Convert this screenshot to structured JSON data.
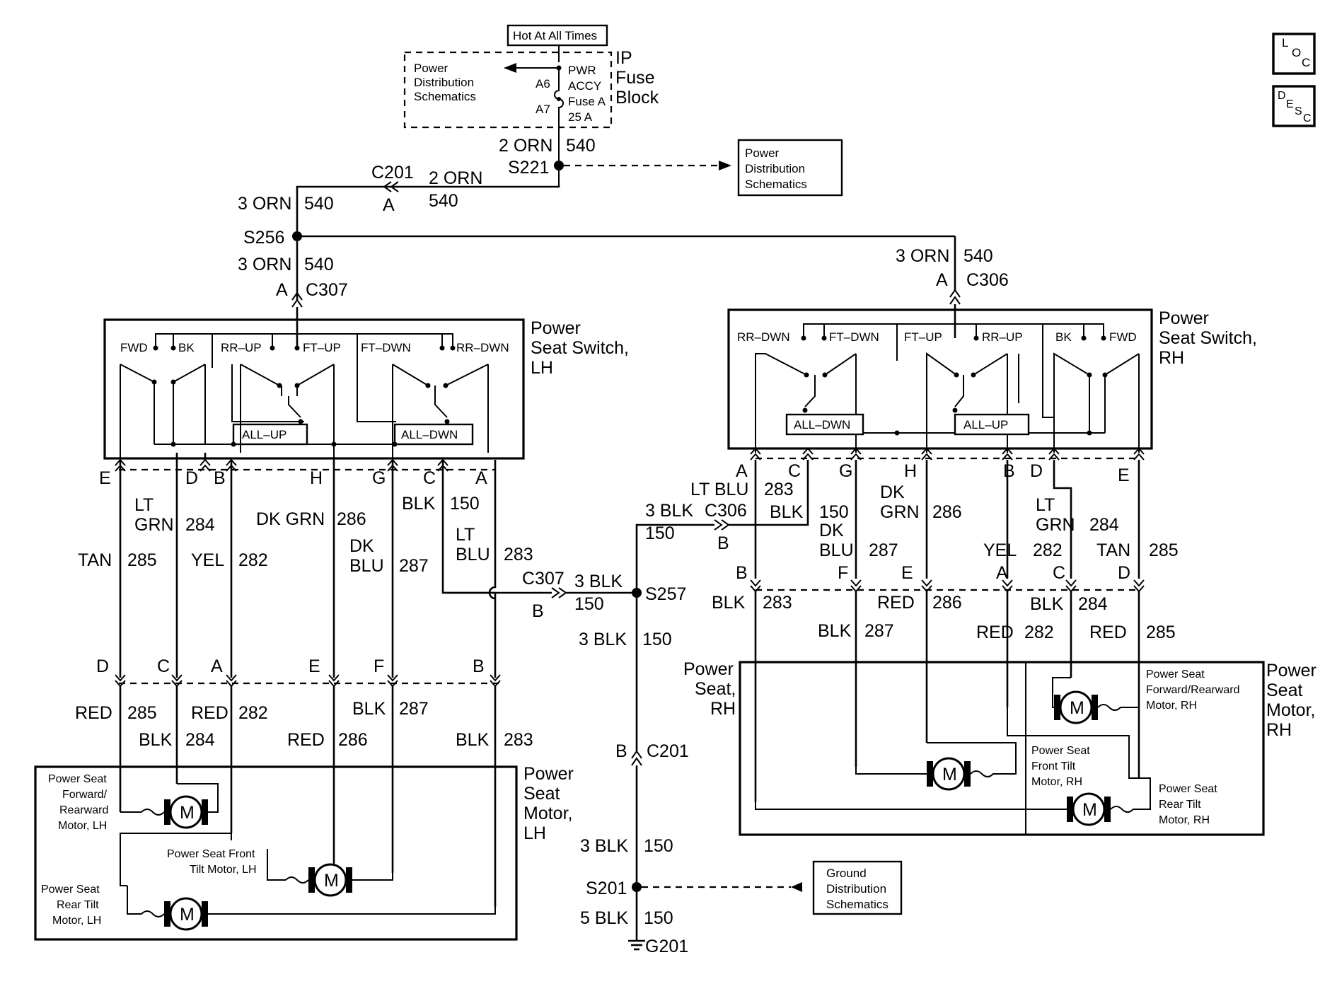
{
  "fuse": {
    "hot_label": "Hot At All Times",
    "block": [
      "IP",
      "Fuse",
      "Block"
    ],
    "pwr_dist": [
      "Power",
      "Distribution",
      "Schematics"
    ],
    "pwr": "PWR",
    "accy": "ACCY",
    "fuse_a": "Fuse A",
    "amps": "25 A",
    "a6": "A6",
    "a7": "A7"
  },
  "splice_s221": {
    "wire_color": "2 ORN",
    "circuit": "540",
    "name": "S221"
  },
  "pwr_dist_box": [
    "Power",
    "Distribution",
    "Schematics"
  ],
  "connector_c201_top": {
    "name": "C201",
    "pin": "A",
    "wire_color": "2 ORN",
    "circuit": "540"
  },
  "splice_s256": {
    "name": "S256",
    "top_color": "3 ORN",
    "top_circuit": "540",
    "bot_color": "3 ORN",
    "bot_circuit": "540"
  },
  "connector_c307": {
    "pin": "A",
    "name": "C307"
  },
  "connector_c306_top": {
    "color": "3 ORN",
    "circuit": "540",
    "pin": "A",
    "name": "C306"
  },
  "switch_lh": {
    "title": [
      "Power",
      "Seat Switch,",
      "LH"
    ],
    "fwd": "FWD",
    "bk": "BK",
    "rr_up": "RR–UP",
    "ft_up": "FT–UP",
    "ft_dwn": "FT–DWN",
    "rr_dwn": "RR–DWN",
    "all_up": "ALL–UP",
    "all_dwn": "ALL–DWN"
  },
  "switch_rh": {
    "title": [
      "Power",
      "Seat Switch,",
      "RH"
    ],
    "rr_dwn": "RR–DWN",
    "ft_dwn": "FT–DWN",
    "ft_up": "FT–UP",
    "rr_up": "RR–UP",
    "bk": "BK",
    "fwd": "FWD",
    "all_dwn": "ALL–DWN",
    "all_up": "ALL–UP"
  },
  "lh_pins_top": [
    "E",
    "D",
    "B",
    "H",
    "G",
    "C",
    "A"
  ],
  "lh_wires": {
    "tan": "TAN",
    "c285": "285",
    "lt": "LT",
    "grn": "GRN",
    "c284": "284",
    "yel": "YEL",
    "c282": "282",
    "dkgrn": "DK GRN",
    "c286": "286",
    "dk": "DK",
    "blu": "BLU",
    "c287": "287",
    "blk": "BLK",
    "c150": "150",
    "lt2": "LT",
    "blu2": "BLU",
    "c283": "283"
  },
  "lh_pins_bottom": [
    "D",
    "C",
    "A",
    "E",
    "F",
    "B"
  ],
  "lh_motor_wires": {
    "red1": "RED",
    "c285": "285",
    "blk1": "BLK",
    "c284": "284",
    "red2": "RED",
    "c282": "282",
    "red3": "RED",
    "c286": "286",
    "blk2": "BLK",
    "c287": "287",
    "blk3": "BLK",
    "c283": "283"
  },
  "motor_lh": {
    "title": [
      "Power",
      "Seat",
      "Motor,",
      "LH"
    ],
    "fwd_rear": [
      "Power Seat",
      "Forward/",
      "Rearward",
      "Motor, LH"
    ],
    "front_tilt": [
      "Power Seat Front",
      "Tilt Motor, LH"
    ],
    "rear_tilt": [
      "Power Seat",
      "Rear Tilt",
      "Motor, LH"
    ],
    "m": "M"
  },
  "ground_path": {
    "c307_name": "C307",
    "c307_pin": "B",
    "blk_color": "3 BLK",
    "circuit": "150",
    "s257": "S257",
    "c306_left_color": "3 BLK",
    "c306_left_circuit": "150",
    "c306_name": "C306",
    "c306_pin": "B",
    "below_s257_color": "3 BLK",
    "below_s257_circuit": "150",
    "c201_pin": "B",
    "c201_name": "C201",
    "s201_color": "3 BLK",
    "s201_circuit": "150",
    "s201": "S201",
    "g_color": "5 BLK",
    "g_circuit": "150",
    "g201": "G201"
  },
  "gnd_dist_box": [
    "Ground",
    "Distribution",
    "Schematics"
  ],
  "rh_pins_top": [
    "A",
    "C",
    "G",
    "H",
    "B",
    "D",
    "E"
  ],
  "rh_wires": {
    "ltblu": "LT BLU",
    "c283": "283",
    "blk": "BLK",
    "c150": "150",
    "dk": "DK",
    "blu": "BLU",
    "c287": "287",
    "dk2": "DK",
    "grn": "GRN",
    "c286": "286",
    "yel": "YEL",
    "c282": "282",
    "lt": "LT",
    "grn2": "GRN",
    "c284": "284",
    "tan": "TAN",
    "c285": "285"
  },
  "rh_pins_bottom": [
    "B",
    "F",
    "E",
    "A",
    "C",
    "D"
  ],
  "rh_motor_wires": {
    "blk1": "BLK",
    "c283": "283",
    "blk2": "BLK",
    "c287": "287",
    "red1": "RED",
    "c286": "286",
    "red2": "RED",
    "c282": "282",
    "blk3": "BLK",
    "c284": "284",
    "red3": "RED",
    "c285": "285"
  },
  "seat_rh": [
    "Power",
    "Seat,",
    "RH"
  ],
  "motor_rh": {
    "title": [
      "Power",
      "Seat",
      "Motor,",
      "RH"
    ],
    "fwd_rear": [
      "Power Seat",
      "Forward/Rearward",
      "Motor, RH"
    ],
    "front_tilt": [
      "Power Seat",
      "Front Tilt",
      "Motor, RH"
    ],
    "rear_tilt": [
      "Power Seat",
      "Rear Tilt",
      "Motor, RH"
    ],
    "m": "M"
  },
  "side_icons": {
    "loc": [
      "L",
      "O",
      "C"
    ],
    "desc": [
      "D",
      "E",
      "S",
      "C"
    ]
  }
}
